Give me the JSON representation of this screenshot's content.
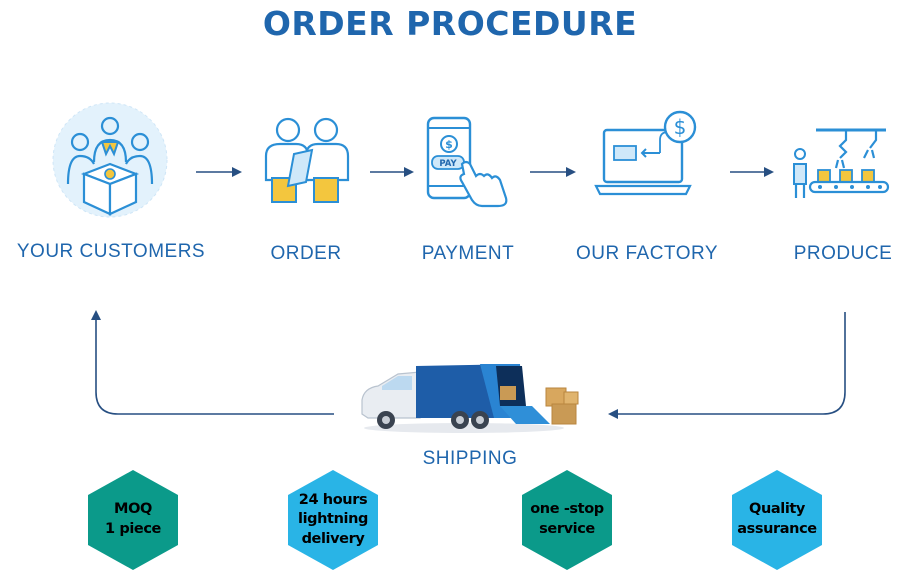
{
  "title": "ORDER PROCEDURE",
  "steps": [
    {
      "label": "YOUR CUSTOMERS",
      "icon": "customers-box-icon"
    },
    {
      "label": "ORDER",
      "icon": "people-clipboard-icon"
    },
    {
      "label": "PAYMENT",
      "icon": "phone-pay-icon"
    },
    {
      "label": "OUR FACTORY",
      "icon": "laptop-dollar-icon"
    },
    {
      "label": "PRODUCE",
      "icon": "assembly-line-icon"
    }
  ],
  "shipping": {
    "label": "SHIPPING",
    "icon": "delivery-truck-icon"
  },
  "features": [
    {
      "text": "MOQ\n1 piece",
      "color": "#0b9a8a"
    },
    {
      "text": "24 hours\nlightning\ndelivery",
      "color": "#29b4e6"
    },
    {
      "text": "one -stop\nservice",
      "color": "#0b9a8a"
    },
    {
      "text": "Quality\nassurance",
      "color": "#29b4e6"
    }
  ],
  "colors": {
    "title": "#1f66ad",
    "arrow": "#274f82",
    "icon_blue": "#2b8fd6",
    "icon_yellow": "#f3c63e"
  }
}
